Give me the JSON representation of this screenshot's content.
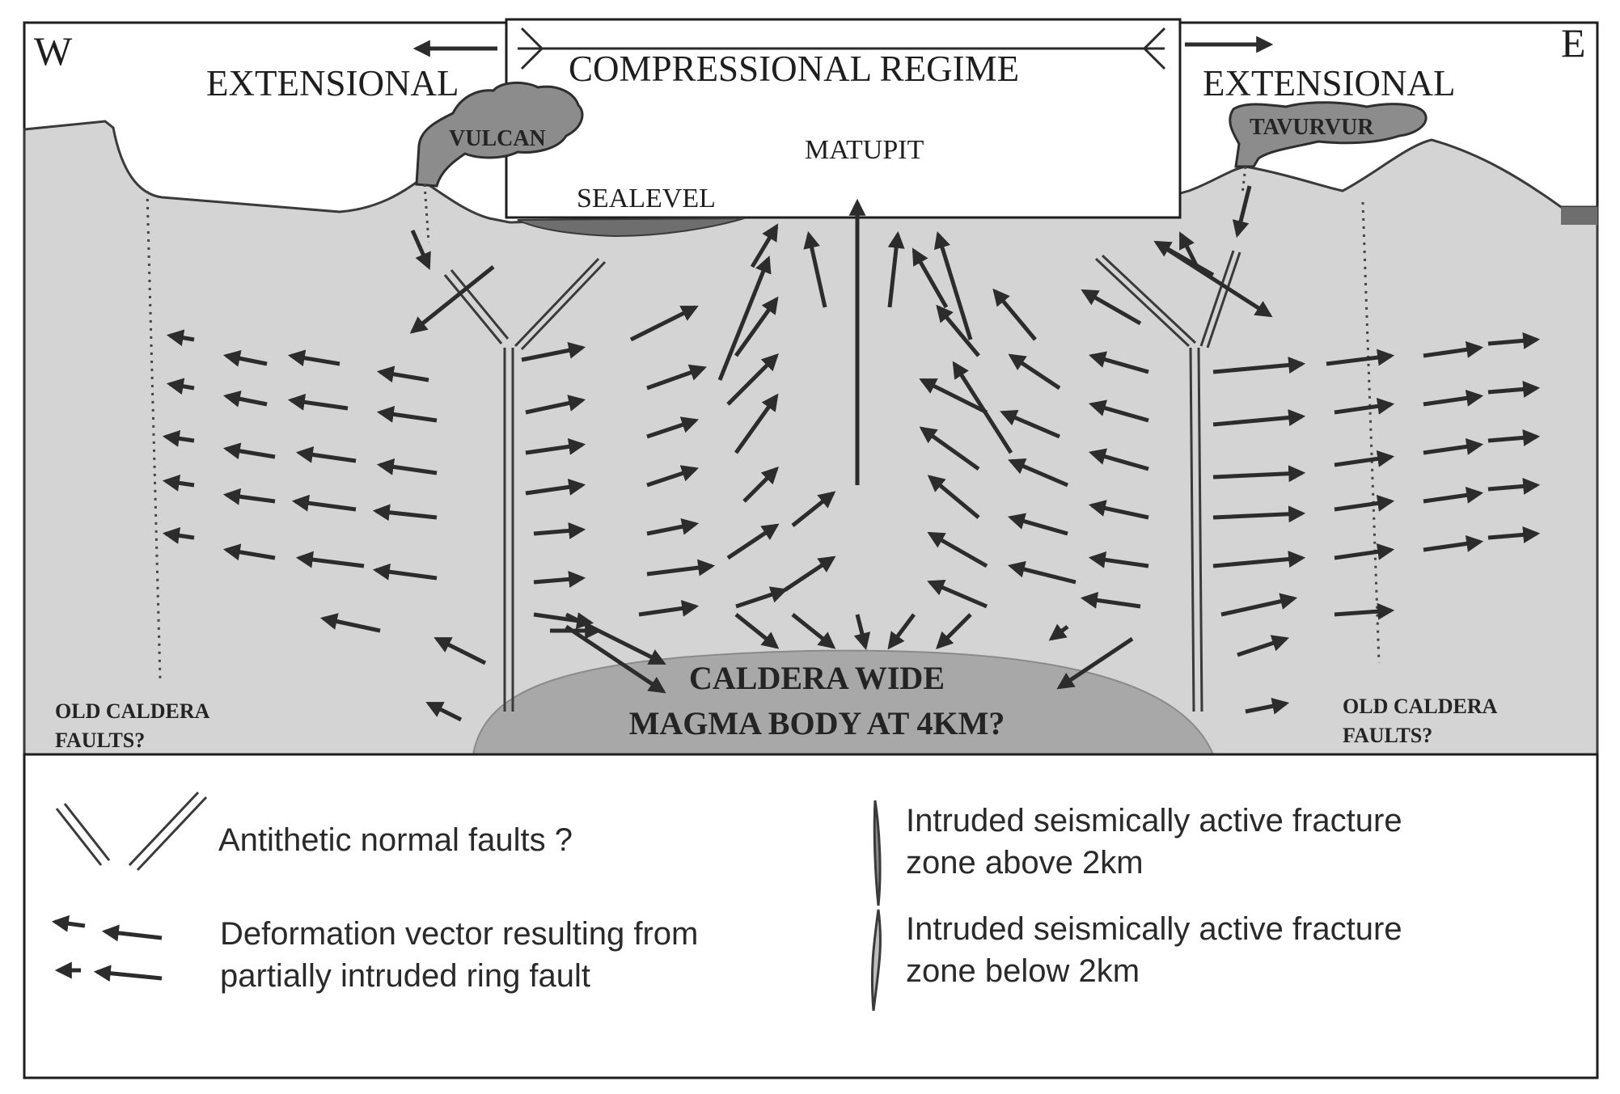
{
  "diagram": {
    "compass": {
      "west": "W",
      "east": "E"
    },
    "regime": {
      "left": "EXTENSIONAL",
      "center": "COMPRESSIONAL REGIME",
      "right": "EXTENSIONAL"
    },
    "features": {
      "vulcan": "VULCAN",
      "tavurvur": "TAVURVUR",
      "matupit": "MATUPIT",
      "sealevel": "SEALEVEL"
    },
    "magma": {
      "line1": "CALDERA WIDE",
      "line2": "MAGMA BODY AT 4KM?"
    },
    "old_faults": {
      "left_line1": "OLD CALDERA",
      "left_line2": "FAULTS?",
      "right_line1": "OLD CALDERA",
      "right_line2": "FAULTS?"
    },
    "colors": {
      "ground": "#d4d4d4",
      "sea": "#6e6e6e",
      "magma": "#a8a8a8",
      "volcano": "#8c8c8c",
      "arrow": "#2c2c2c"
    }
  },
  "legend": {
    "antithetic": "Antithetic normal faults ?",
    "deformation_line1": "Deformation vector resulting from",
    "deformation_line2": "partially intruded ring fault",
    "above_line1": "Intruded seismically active fracture",
    "above_line2": "zone above 2km",
    "below_line1": "Intruded seismically active fracture",
    "below_line2": "zone below 2km"
  }
}
